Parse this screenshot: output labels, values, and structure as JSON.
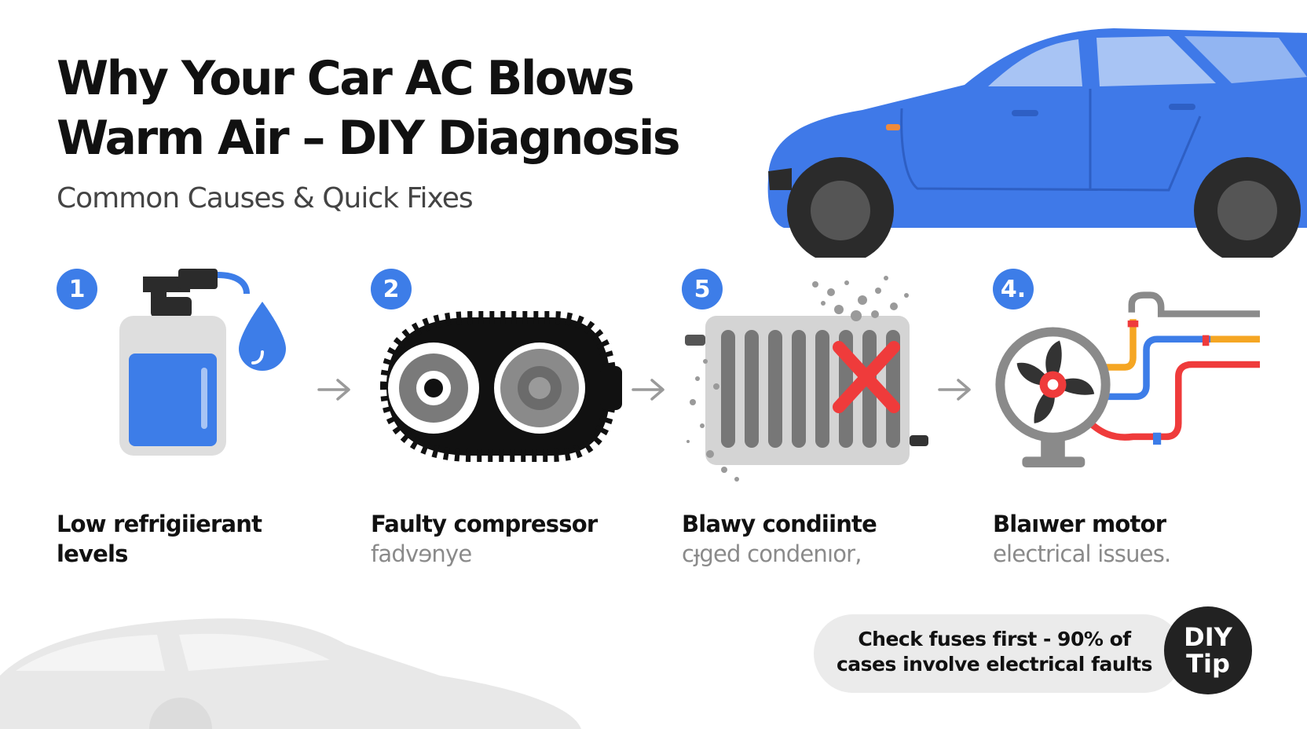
{
  "header": {
    "title_line1": "Why Your Car AC Blows",
    "title_line2": "Warm Air – DIY Diagnosis",
    "subtitle": "Common Causes & Quick Fixes"
  },
  "steps": [
    {
      "badge": "1",
      "line1": "Low refrigiierant",
      "line2": "levels",
      "icon": "refrigerant-jug-icon"
    },
    {
      "badge": "2",
      "line1": "Faulty compressor",
      "line2": "fadvɘnye",
      "icon": "compressor-belt-icon"
    },
    {
      "badge": "5",
      "line1": "Blawy condiinte",
      "line2": "cɟged condenıor,",
      "icon": "clogged-condenser-icon"
    },
    {
      "badge": "4.",
      "line1": "Blaıwer motor",
      "line2": "electrical issues.",
      "icon": "blower-motor-icon"
    }
  ],
  "tip": {
    "line1": "Check fuses first - 90% of",
    "line2": "cases involve electrical faults",
    "badge_line1": "DIY",
    "badge_line2": "Tip"
  },
  "colors": {
    "accent_blue": "#3d7de8",
    "car_blue": "#3f79e8",
    "alert_red": "#ef3b3b",
    "pipe_orange": "#f5a623"
  }
}
